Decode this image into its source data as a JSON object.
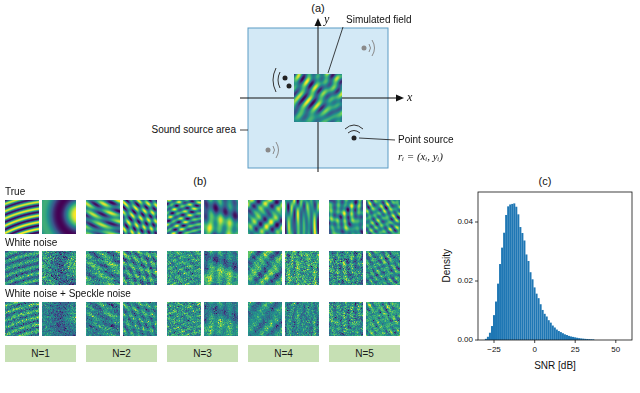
{
  "diagram": {
    "nodes": [
      {
        "text": [
          "N=1"
        ]
      },
      {
        "text": [
          "N=2"
        ]
      },
      {
        "text": [
          "N=3"
        ]
      },
      {
        "text": [
          "N=4"
        ]
      },
      {
        "text": [
          "N=5"
        ]
      }
    ],
    "labels": [
      "(a)",
      "y",
      "x",
      "Simulated field",
      "Sound source area",
      "Point source",
      "rᵢ = (xᵢ, yᵢ)",
      "(b)",
      "True",
      "White noise",
      "White noise + Speckle noise",
      "(c)",
      "Density",
      "0.04",
      "0.02",
      "0.00",
      "−25",
      "0",
      "25",
      "50",
      "SNR [dB]"
    ]
  }
}
